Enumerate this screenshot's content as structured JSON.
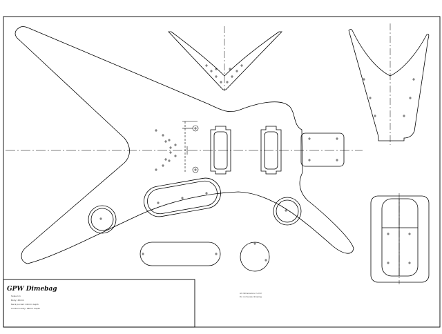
{
  "drawing": {
    "title": "GPW Dimebag",
    "notes": [
      "Scale 1:1",
      "Body: 45mm",
      "Neck pocket: 16mm depth",
      "Control cavity: 38mm depth"
    ],
    "center_note_lines": [
      "All dimensions in mm",
      "Do not scale drawing"
    ]
  },
  "colors": {
    "line": "#000000",
    "background": "#ffffff"
  }
}
